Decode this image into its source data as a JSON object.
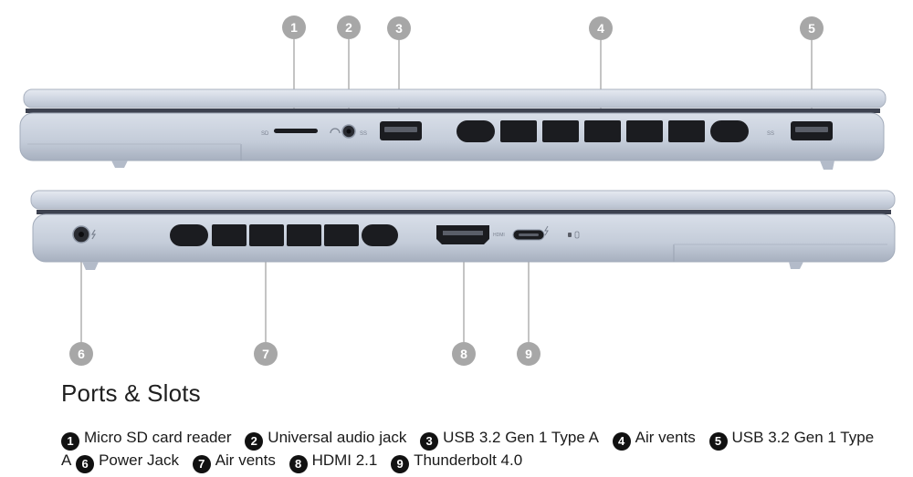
{
  "title": "Ports & Slots",
  "callouts": [
    "1",
    "2",
    "3",
    "4",
    "5",
    "6",
    "7",
    "8",
    "9"
  ],
  "port_labels": {
    "sd": "SD",
    "usb_a": "SS",
    "hdmi": "HDMI"
  },
  "legend": [
    {
      "num": "1",
      "label": "Micro SD card reader"
    },
    {
      "num": "2",
      "label": "Universal audio jack"
    },
    {
      "num": "3",
      "label": "USB 3.2 Gen 1 Type A"
    },
    {
      "num": "4",
      "label": "Air vents"
    },
    {
      "num": "5",
      "label": "USB 3.2 Gen 1 Type A"
    },
    {
      "num": "6",
      "label": "Power Jack"
    },
    {
      "num": "7",
      "label": "Air vents"
    },
    {
      "num": "8",
      "label": "HDMI 2.1"
    },
    {
      "num": "9",
      "label": "Thunderbolt 4.0"
    }
  ],
  "colors": {
    "chassis": "#c8d0dd",
    "chassis_dark": "#9aa3b2",
    "callout": "#a7a7a7",
    "port": "#1b1c20"
  }
}
